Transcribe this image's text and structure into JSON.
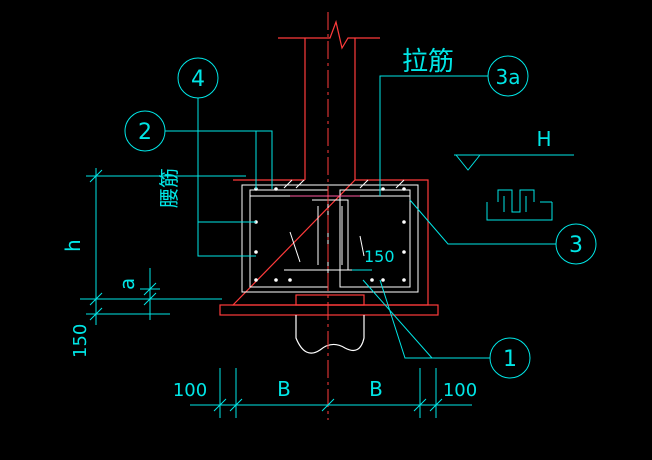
{
  "colors": {
    "background": "#000000",
    "red": "#ff3b3b",
    "white": "#ffffff",
    "cyan": "#00e6e6",
    "pink": "#ff5aa0"
  },
  "labels": {
    "tie_bar": "拉筋",
    "haunch_bar": "腰筋",
    "elevation": "H",
    "dim_h": "h",
    "dim_a": "a",
    "dim_150_left": "150",
    "dim_150_inner": "150",
    "dim_100_left": "100",
    "dim_B_left": "B",
    "dim_B_right": "B",
    "dim_100_right": "100"
  },
  "callouts": [
    {
      "id": "4",
      "label": "4"
    },
    {
      "id": "2",
      "label": "2"
    },
    {
      "id": "3a",
      "label": "3a"
    },
    {
      "id": "3",
      "label": "3"
    },
    {
      "id": "1",
      "label": "1"
    }
  ]
}
